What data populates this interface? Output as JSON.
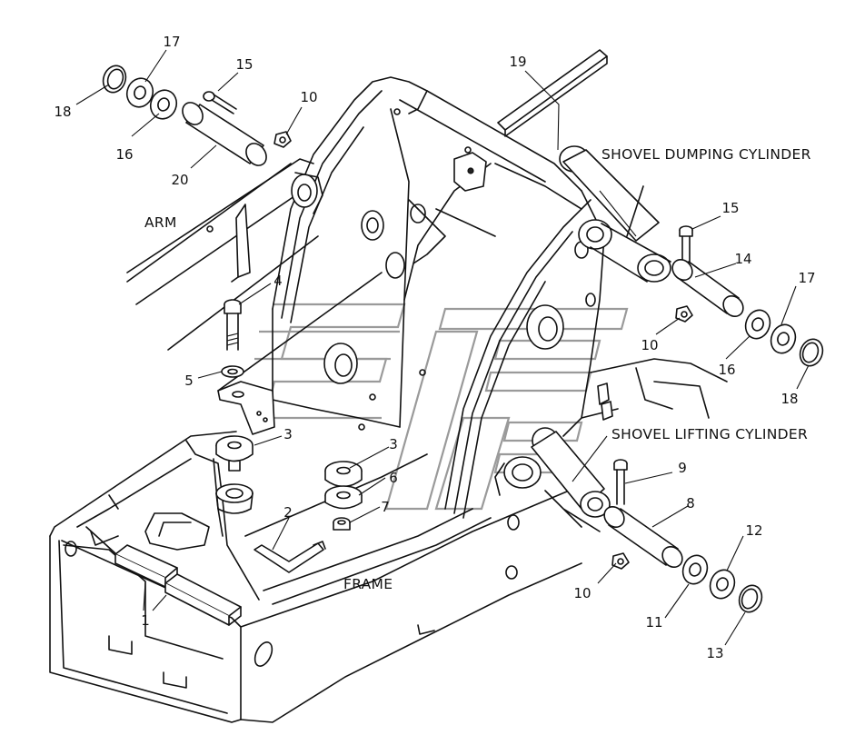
{
  "labels": {
    "arm": "ARM",
    "frame": "FRAME",
    "shovel_dumping_cylinder": "SHOVEL DUMPING CYLINDER",
    "shovel_lifting_cylinder": "SHOVEL LIFTING CYLINDER"
  },
  "callouts": {
    "c17_top": "17",
    "c18_top": "18",
    "c15_top": "15",
    "c16_top": "16",
    "c20": "20",
    "c10_top": "10",
    "c19": "19",
    "c15_right": "15",
    "c14": "14",
    "c17_right": "17",
    "c10_mid": "10",
    "c16_right": "16",
    "c18_right": "18",
    "c4": "4",
    "c5": "5",
    "c3_left": "3",
    "c3_right": "3",
    "c6": "6",
    "c7": "7",
    "c2": "2",
    "c1": "1",
    "c9": "9",
    "c8": "8",
    "c12": "12",
    "c10_bottom": "10",
    "c11": "11",
    "c13": "13"
  }
}
